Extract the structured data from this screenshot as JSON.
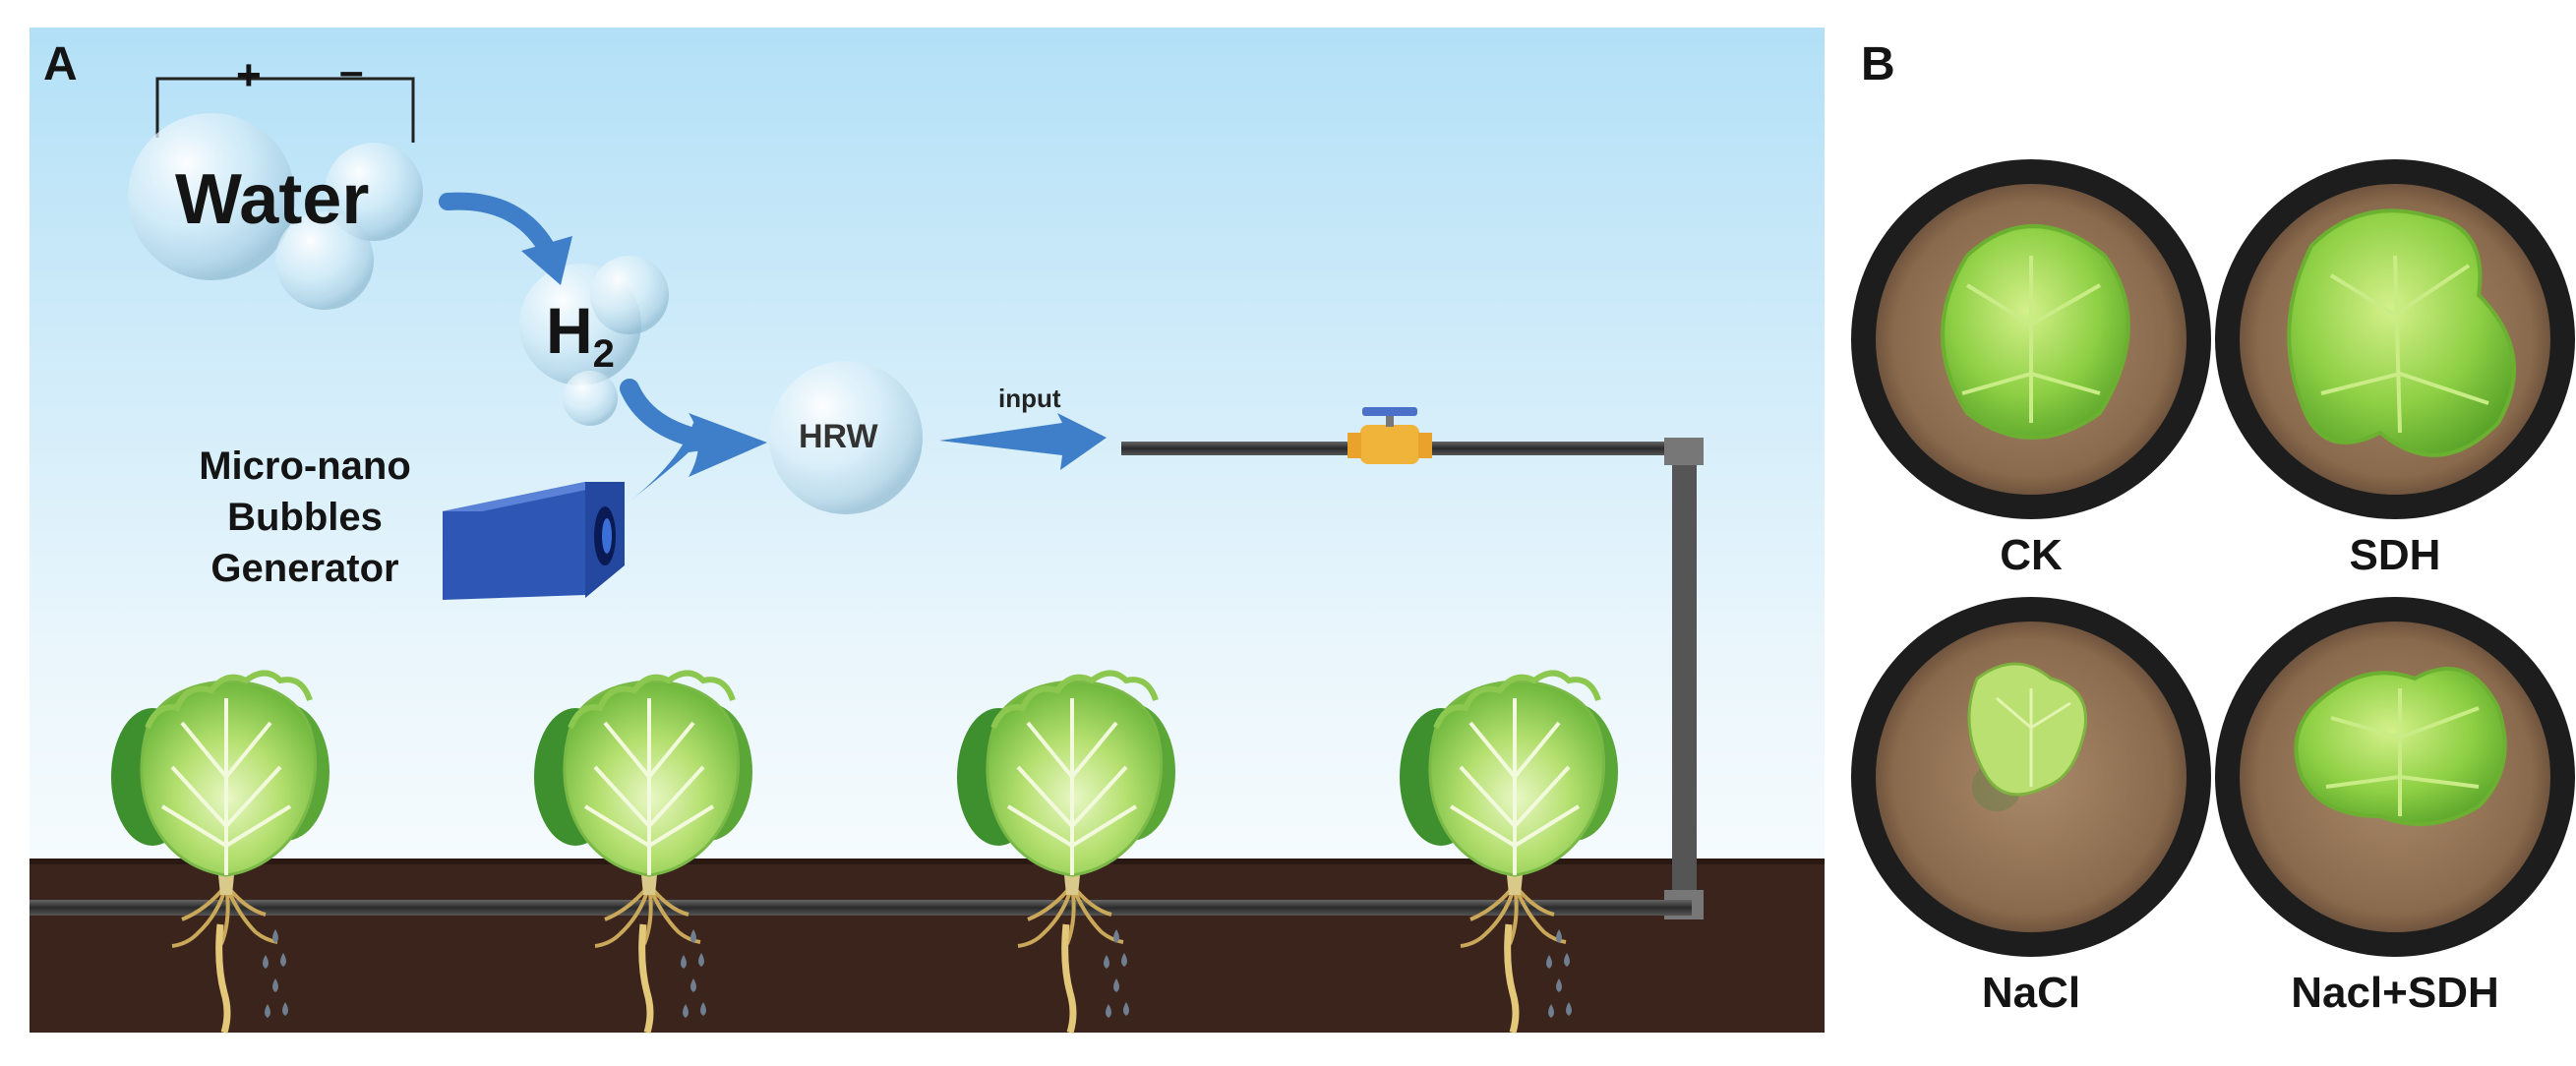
{
  "panel_a": {
    "letter": "A",
    "water_label": "Water",
    "electrode_plus": "+",
    "electrode_minus": "–",
    "h2_label": "H",
    "h2_subscript": "2",
    "hrw_label": "HRW",
    "input_label": "input",
    "generator_label_lines": [
      "Micro-nano",
      "Bubbles",
      "Generator"
    ]
  },
  "panel_b": {
    "letter": "B",
    "pots": [
      {
        "label": "CK"
      },
      {
        "label": "SDH"
      },
      {
        "label": "NaCl"
      },
      {
        "label": "Nacl+SDH"
      }
    ]
  },
  "colors": {
    "sky_top": "#b5e2f8",
    "sky_bottom": "#eef8fd",
    "soil": "#3b241c",
    "arrow_blue": "#3f7fc9",
    "pipe": "#3a3a3a",
    "generator": "#2e57b5",
    "valve": "#f0b43a",
    "lettuce": "#9fd45a"
  }
}
